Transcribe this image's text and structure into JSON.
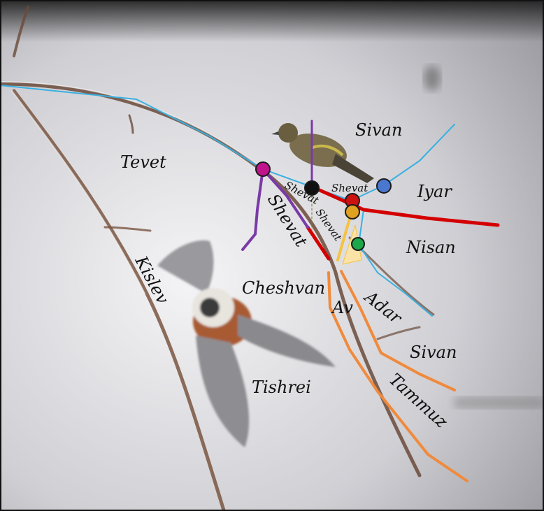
{
  "labels": {
    "tevet": "Tevet",
    "kislev": "Kislev",
    "cheshvan": "Cheshvan",
    "tishrei": "Tishrei",
    "sivan_top": "Sivan",
    "iyar": "Iyar",
    "nisan": "Nisan",
    "adar": "Adar",
    "av": "Av",
    "sivan_bottom": "Sivan",
    "tammuz": "Tammuz",
    "shevat_big": "Shevat",
    "shevat_small_1": "Shevat",
    "shevat_small_2": "Shevat",
    "shevat_small_3": "Shevat"
  },
  "colors": {
    "cyan_line": "#3ab0e0",
    "red_line": "#d40000",
    "orange_line": "#f08a3c",
    "purple_line": "#7a3aa6",
    "yellow_line": "#f5c242",
    "magenta_dot": "#c0148c",
    "black_dot": "#111111",
    "red_dot": "#cc1111",
    "blue_dot": "#4a78d0",
    "gold_dot": "#e0a020",
    "green_dot": "#1aa84a",
    "cream_triangle": "#fbe3a8"
  }
}
